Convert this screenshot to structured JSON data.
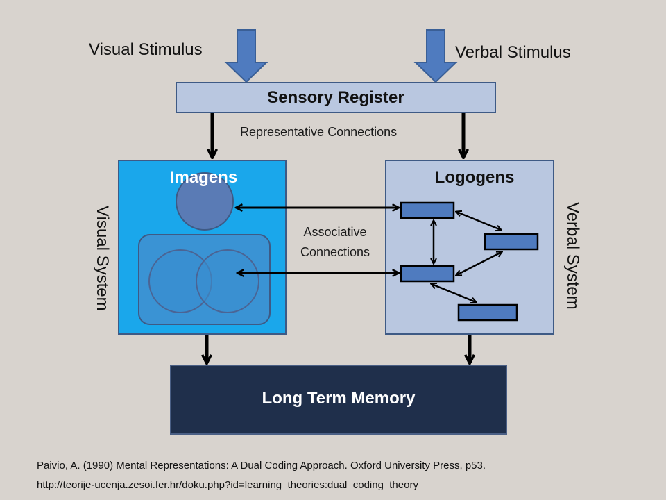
{
  "labels": {
    "visual_stimulus": "Visual Stimulus",
    "verbal_stimulus": "Verbal Stimulus",
    "sensory_register": "Sensory Register",
    "representative_connections": "Representative Connections",
    "imagens": "Imagens",
    "logogens": "Logogens",
    "associative_connections_line1": "Associative",
    "associative_connections_line2": "Connections",
    "visual_system": "Visual System",
    "verbal_system": "Verbal System",
    "long_term_memory": "Long Term Memory"
  },
  "citation": {
    "reference": "Paivio, A. (1990) Mental Representations: A Dual Coding Approach. Oxford University Press, p53.",
    "url": "http://teorije-ucenja.zesoi.fer.hr/doku.php?id=learning_theories:dual_coding_theory"
  },
  "colors": {
    "background": "#d8d3ce",
    "stimulus_arrow": "#4f7bbf",
    "sensory_register_fill": "#b9c7e0",
    "imagens_fill": "#1aa7eb",
    "logogens_fill": "#b9c7e0",
    "node_fill": "#4f7bbf",
    "long_term_memory_fill": "#1f2f4b"
  }
}
